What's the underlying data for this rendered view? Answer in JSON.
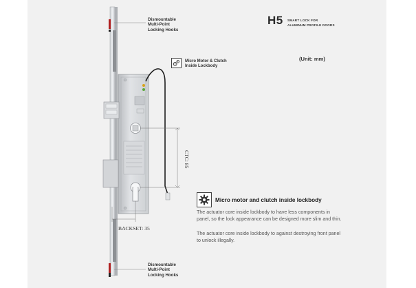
{
  "header": {
    "model": "H5",
    "subtitle_line1": "SMART LOCK FOR",
    "subtitle_line2": "ALUMINUM PROFILE DOORS",
    "unit": "(Unit: mm)"
  },
  "callouts": {
    "top_hooks": "Dismountable\nMulti-Point\nLocking Hooks",
    "bottom_hooks": "Dismountable\nMulti-Point\nLocking Hooks",
    "motor_label": "Micro Motor & Clutch\nInside Lockbody"
  },
  "dimensions": {
    "ctc": "CTC: 85",
    "backset": "BACKSET: 35"
  },
  "feature": {
    "title": "Micro motor and clutch inside lockbody",
    "paragraph1": "The actuator core inside lockbody to have less components in panel, so the lock appearance can be designed more slim and thin.",
    "paragraph2": "The actuator core inside lockbody to against destroying front panel to unlock illegally."
  },
  "icons": {
    "motor_icon": "gear-cluster-icon",
    "feature_icon": "gear-icon"
  }
}
